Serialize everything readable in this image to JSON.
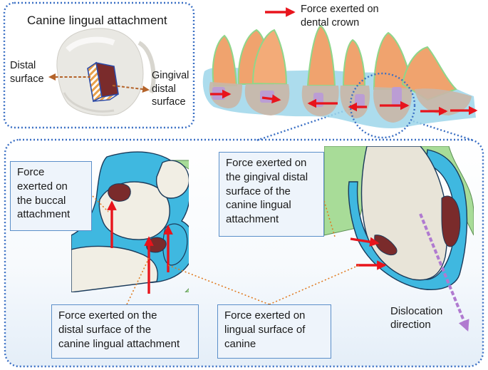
{
  "inset": {
    "title": "Canine lingual attachment",
    "distal_label": [
      "Distal",
      "surface"
    ],
    "gingival_label": [
      "Gingival",
      "distal",
      "surface"
    ]
  },
  "legend": {
    "label": [
      "Force exerted on",
      "dental crown"
    ],
    "arrow_color": "#e8141c"
  },
  "callouts": {
    "buccal": [
      "Force",
      "exerted on",
      "the buccal",
      "attachment"
    ],
    "gingival_distal": [
      "Force exerted on",
      "the gingival distal",
      "surface of the",
      "canine lingual",
      "attachment"
    ],
    "distal": [
      "Force exerted on the",
      "distal surface of the",
      "canine lingual attachment"
    ],
    "lingual": [
      "Force exerted on",
      "lingual surface of",
      "canine"
    ]
  },
  "dislocation_label": [
    "Dislocation",
    "direction"
  ],
  "colors": {
    "frame": "#3a6fc4",
    "force_arrow": "#e8141c",
    "leader": "#e07b21",
    "dislocation": "#b07ad0",
    "aligner": "#3fb8e0",
    "attachment": "#7a2b2b",
    "tooth": "#f1eee4",
    "gum": "#8fd68a",
    "crown": "#f0a36e"
  }
}
